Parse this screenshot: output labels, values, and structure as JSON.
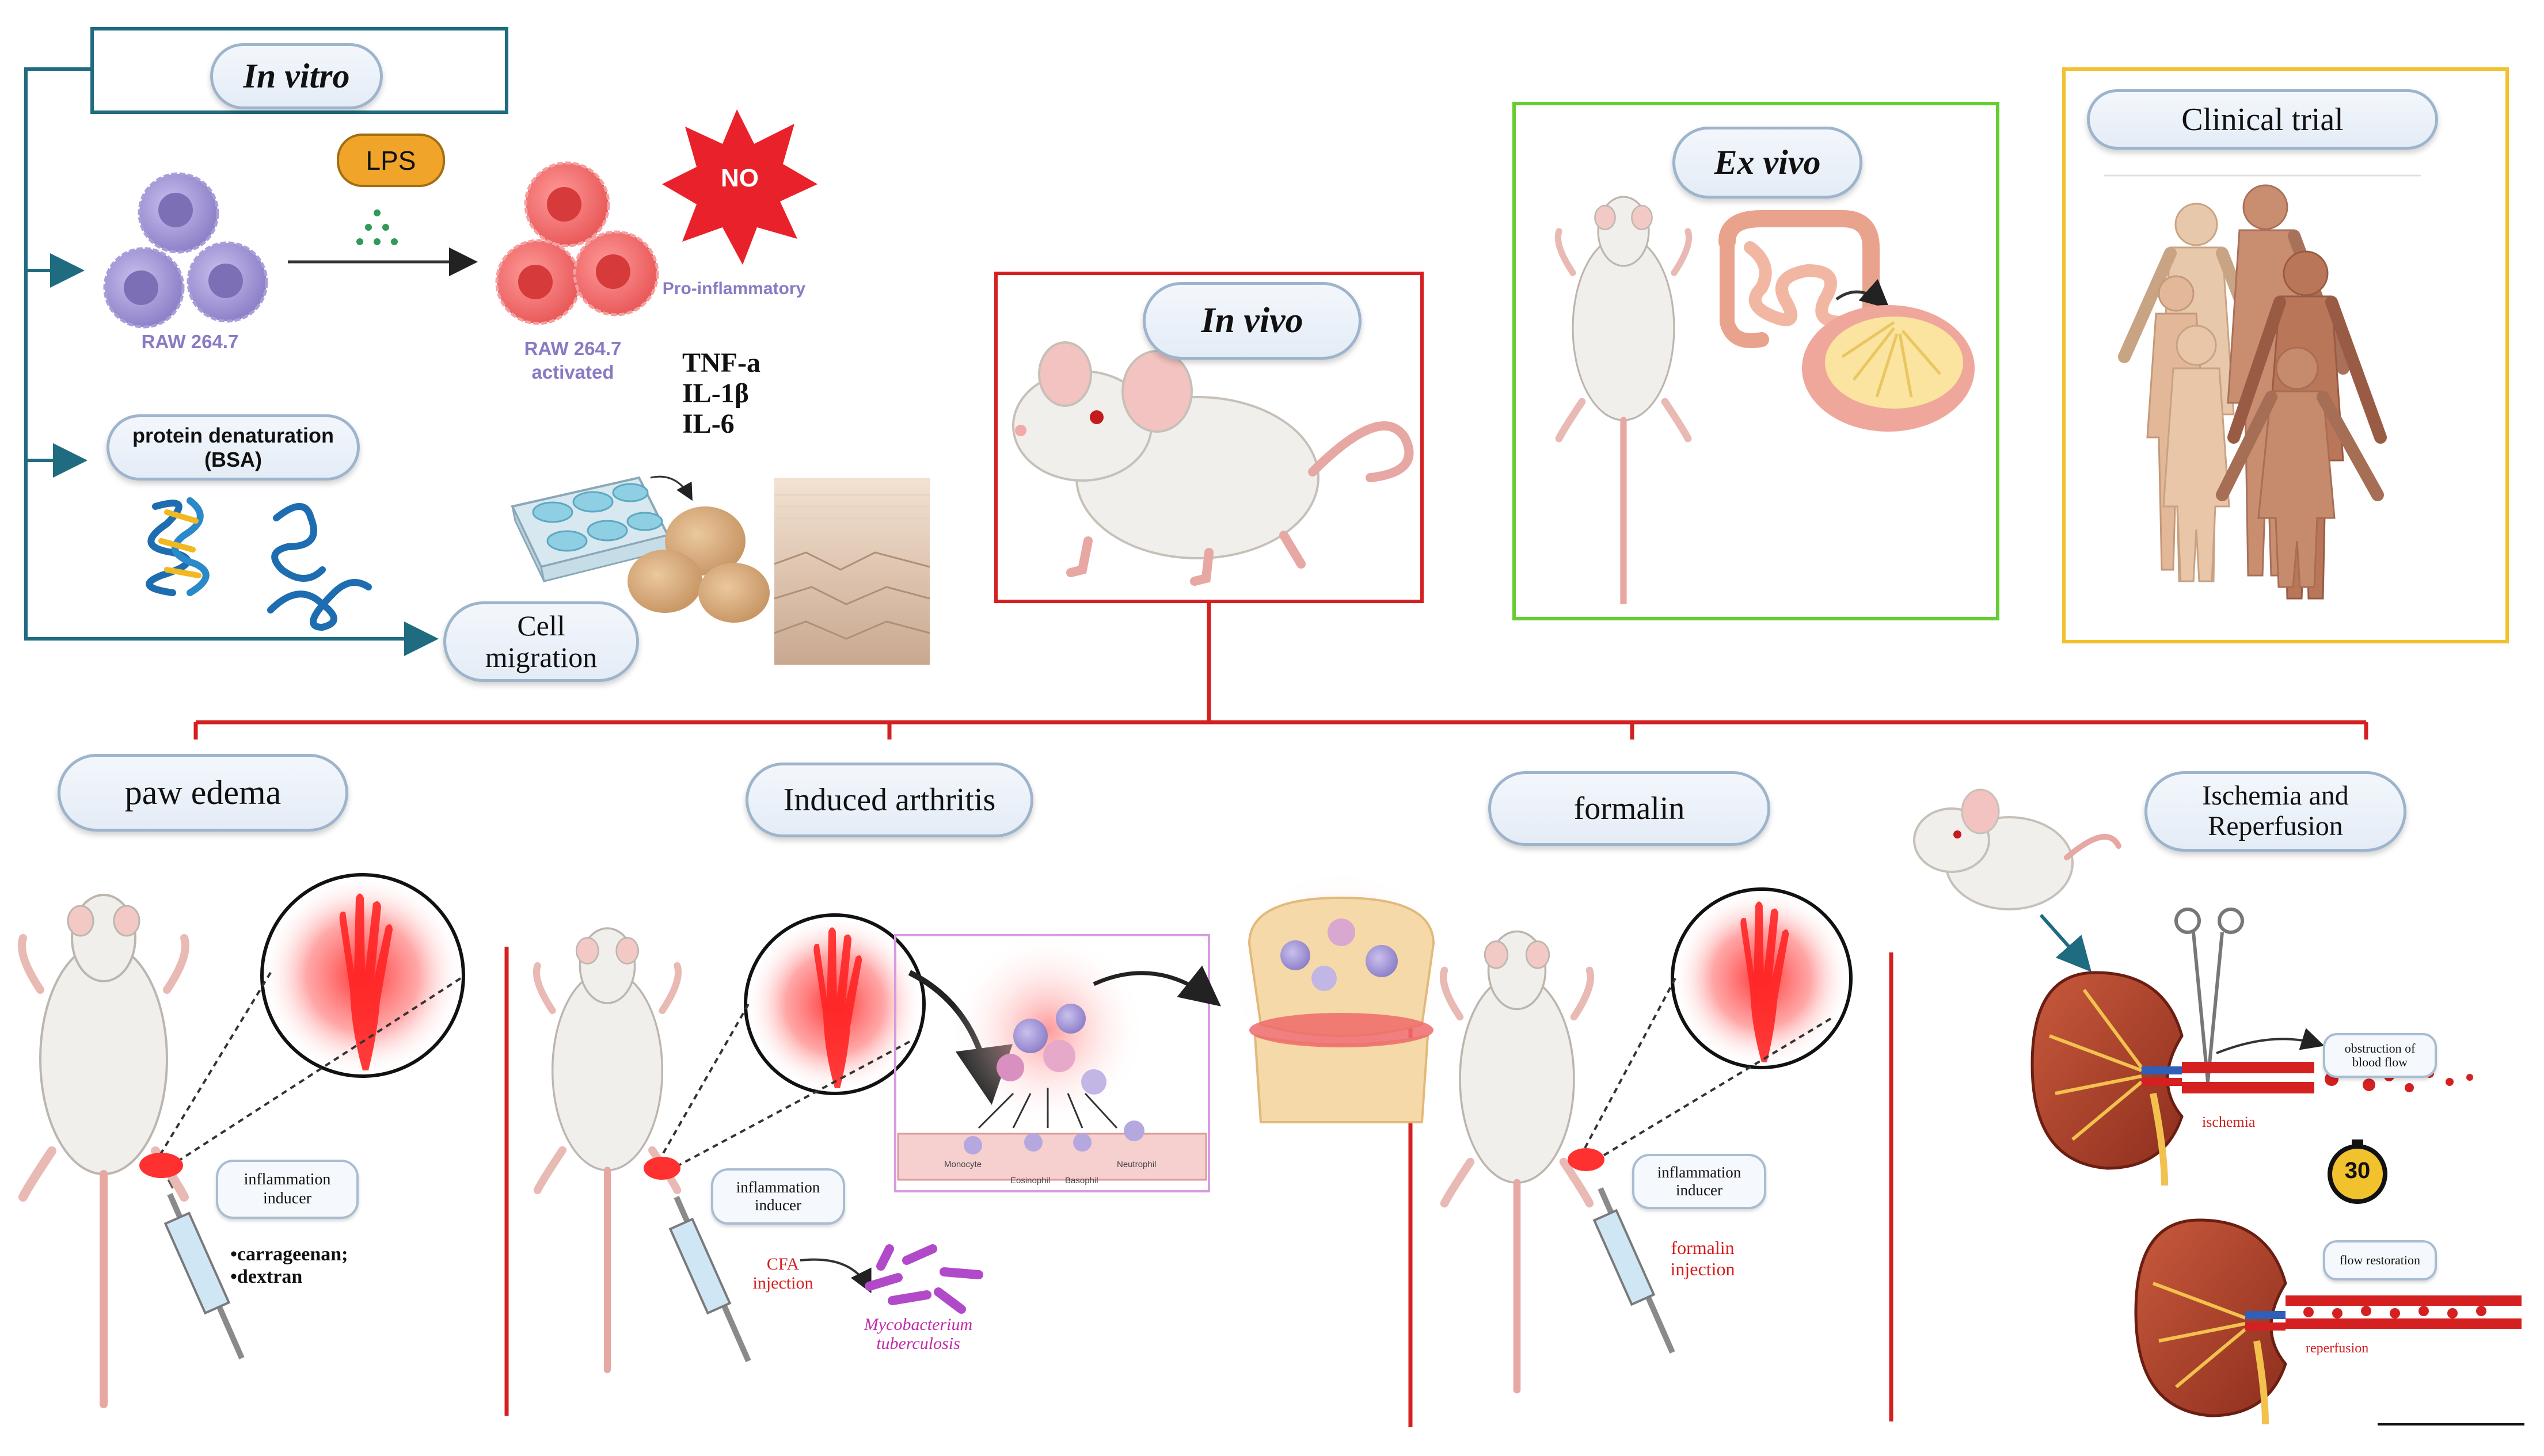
{
  "in_vitro": {
    "title": "In vitro",
    "lps": "LPS",
    "no_burst": "NO",
    "pro_inflammatory": "Pro-inflammatory",
    "raw_cells": "RAW 264.7",
    "raw_activated_line1": "RAW 264.7",
    "raw_activated_line2": "activated",
    "cytokines": [
      "TNF-a",
      "IL-1β",
      "IL-6"
    ],
    "protein_line1": "protein denaturation",
    "protein_line2": "(BSA)",
    "migration_line1": "Cell",
    "migration_line2": "migration"
  },
  "in_vivo": {
    "title": "In vivo"
  },
  "ex_vivo": {
    "title": "Ex vivo"
  },
  "clinical": {
    "title": "Clinical trial"
  },
  "paw_edema": {
    "title": "paw edema",
    "inducer_line1": "inflammation",
    "inducer_line2": "inducer",
    "agent1": "•carrageenan;",
    "agent2": "•dextran"
  },
  "arthritis": {
    "title": "Induced arthritis",
    "inducer_line1": "inflammation",
    "inducer_line2": "inducer",
    "cfa_line1": "CFA",
    "cfa_line2": "injection",
    "myco_line1": "Mycobacterium",
    "myco_line2": "tuberculosis",
    "cells": [
      "Monocyte",
      "Eosinophil",
      "Basophil",
      "Neutrophil"
    ]
  },
  "formalin": {
    "title": "formalin",
    "inducer_line1": "inflammation",
    "inducer_line2": "inducer",
    "injection_line1": "formalin",
    "injection_line2": "injection"
  },
  "ischemia": {
    "title_line1": "Ischemia and",
    "title_line2": "Reperfusion",
    "obstruction_line1": "obstruction of",
    "obstruction_line2": "blood flow",
    "ischemia_label": "ischemia",
    "timer": "30",
    "restoration": "flow restoration",
    "reperfusion_label": "reperfusion"
  },
  "colors": {
    "teal": "#1f6b80",
    "red": "#d42020",
    "green": "#66cc33",
    "gold": "#f2c12e",
    "pink": "#e8a7a7",
    "purple": "#9b8cd0"
  }
}
